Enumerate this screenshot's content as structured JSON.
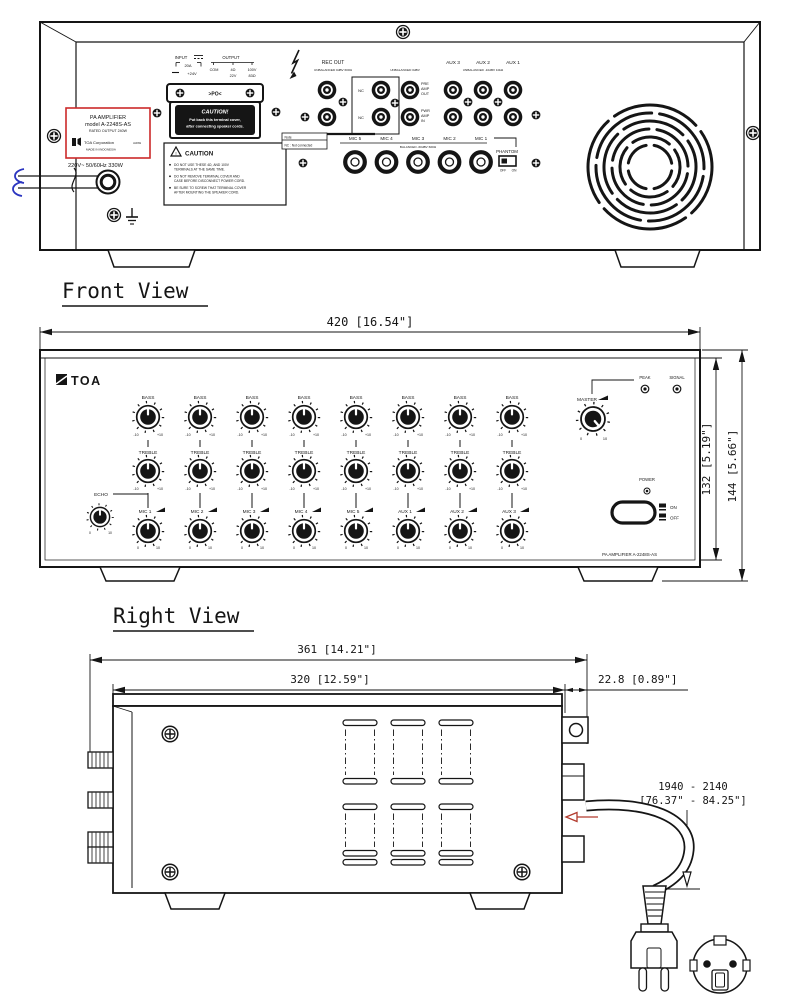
{
  "titles": {
    "front": "Front View",
    "right": "Right View"
  },
  "dims": {
    "w420": "420 [16.54\"]",
    "h132": "132 [5.19\"]",
    "h144": "144 [5.66\"]",
    "d361": "361 [14.21\"]",
    "d320": "320 [12.59\"]",
    "d228": "22.8 [0.89\"]",
    "cord1": "1940 - 2140",
    "cord2": "[76.37\" - 84.25\"]"
  },
  "rear": {
    "label_box": {
      "l1": "PA AMPLIFIER",
      "l2": "model A-2248S-AS",
      "l3": "RATED OUTPUT 240W",
      "corp": "TOA Corporation",
      "origin": "JAPAN",
      "made": "MADE IN INDONESIA"
    },
    "power_rating": "220V~  50/60Hz  330W",
    "input": {
      "title": "INPUT",
      "amp": "20A",
      "volt": "+24V"
    },
    "output": {
      "title": "OUTPUT",
      "com": "COM",
      "ohm4": "4Ω",
      "v100": "100V",
      "v22": "22V",
      "ohm83": "83Ω"
    },
    "cover": {
      "mark": ">PO<",
      "title": "CAUTION!",
      "line1": "Put back this terminal cover,",
      "line2": "after connecting speaker cords."
    },
    "caution": {
      "mark": "!",
      "title": "CAUTION",
      "b1a": "DO NOT USE THESE 4Ω, AND 100V",
      "b1b": "TERMINALS AT THE SAME TIME.",
      "b2a": "DO NOT REMOVE TERMINAL COVER AND",
      "b2b": "CASE BEFORE DISCONNECT POWER CORD.",
      "b3a": "BE SURE TO SCREW THAT TERMINAL COVER",
      "b3b": "AFTER MOUNTING THE SPEAKER CORD."
    },
    "rec_out": {
      "title": "REC OUT",
      "sub": "UNBALANCED 0dBV 600Ω"
    },
    "unbal0": "UNBALANCED 0dBV",
    "nc": "NC",
    "pre": {
      "a": "PRE",
      "b": "AMP",
      "c": "OUT"
    },
    "pwr": {
      "a": "PWR",
      "b": "AMP",
      "c": "IN"
    },
    "aux_labels": [
      "AUX 3",
      "AUX 2",
      "AUX 1"
    ],
    "aux_sub": "UNBALANCED -10dBV 10kΩ",
    "note": {
      "l1": "Note",
      "l2": "NC : Not connected"
    },
    "mic_labels": [
      "MIC 5",
      "MIC 4",
      "MIC 3",
      "MIC 2",
      "MIC 1"
    ],
    "mic_sub": "BALANCED -60dBV 600Ω",
    "phantom": {
      "label": "PHANTOM",
      "off": "OFF",
      "on": "ON"
    }
  },
  "front": {
    "logo": "TOA",
    "bass": "BASS",
    "treble": "TREBLE",
    "m10": "-10",
    "p10": "+10",
    "zero": "0",
    "ten": "10",
    "channels": [
      "MIC 1",
      "MIC 2",
      "MIC 3",
      "MIC 4",
      "MIC 5",
      "AUX 1",
      "AUX 2",
      "AUX 3"
    ],
    "echo": "ECHO",
    "master": "MASTER",
    "peak": "PEAK",
    "signal": "SIGNAL",
    "power": "POWER",
    "on": "ON",
    "off": "OFF",
    "model": "PA AMPLIFIER A-2248S-AS"
  },
  "colors": {
    "line": "#151515",
    "red_box": "#cc2a2a",
    "blue": "#2b35c0",
    "arrow_red": "#b23b2e"
  }
}
